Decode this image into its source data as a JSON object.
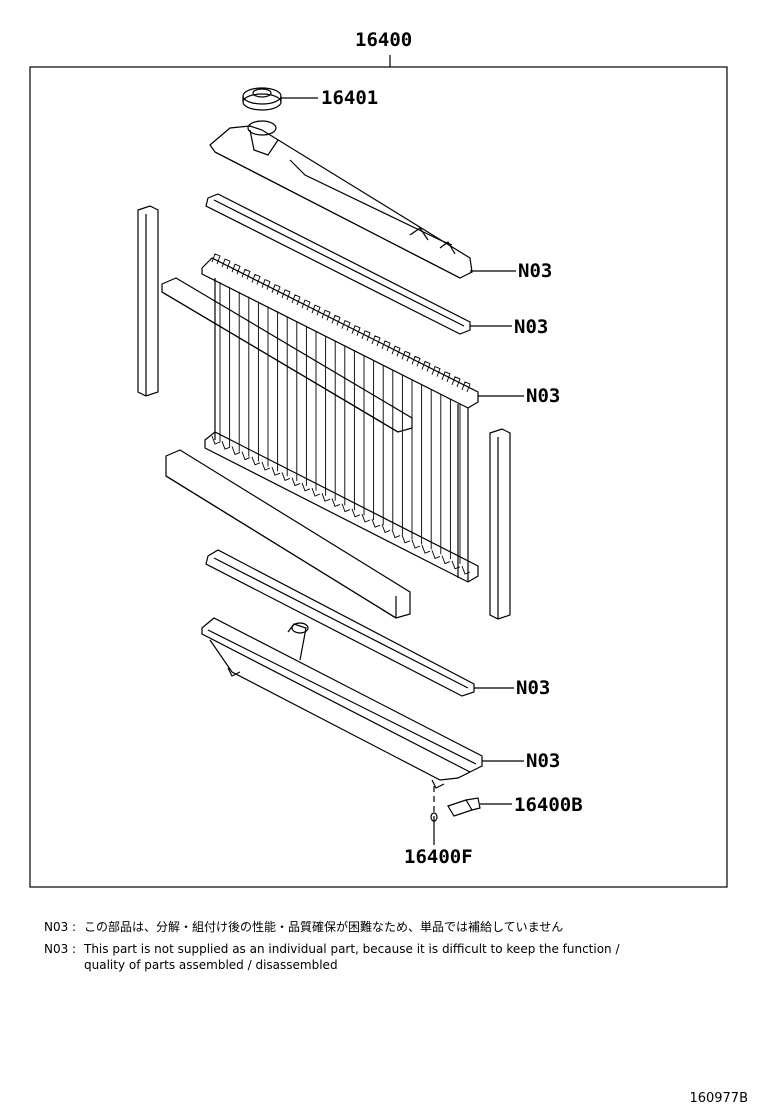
{
  "diagram": {
    "assembly_label": "16400",
    "callouts": {
      "cap": "16401",
      "upper_tank": "N03",
      "upper_gasket": "N03",
      "core": "N03",
      "lower_gasket": "N03",
      "lower_tank": "N03",
      "drain_cock": "16400B",
      "drain_oring": "16400F"
    }
  },
  "notes": [
    {
      "code": "N03 :",
      "text": "この部品は、分解・組付け後の性能・品質確保が困難なため、単品では補給していません"
    },
    {
      "code": "N03 :",
      "text": "This part is not supplied as an individual part, because it is difficult to keep the function /"
    },
    {
      "code": "",
      "text": "quality of parts assembled / disassembled"
    }
  ],
  "figure_id": "160977B"
}
